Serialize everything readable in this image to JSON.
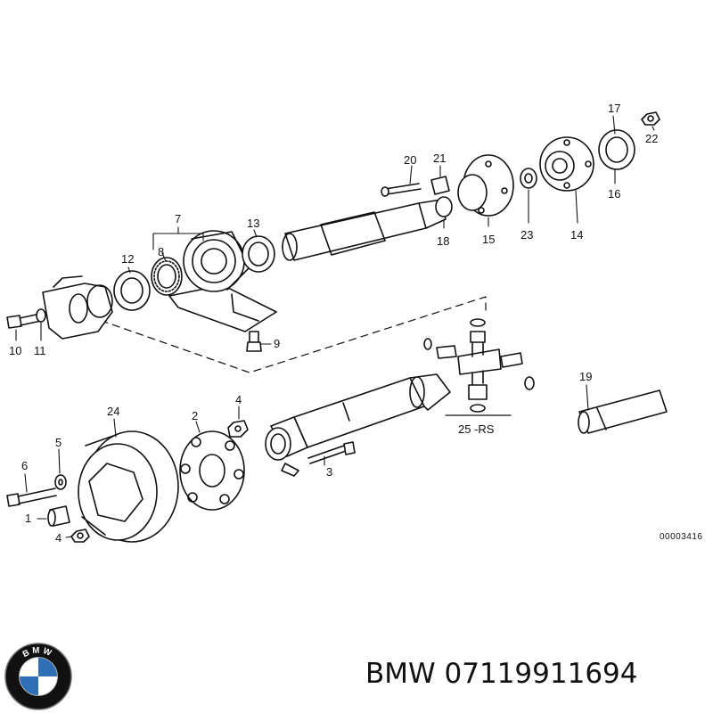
{
  "diagram": {
    "reference_number": "00003416",
    "part_labels": {
      "p1": "1",
      "p2": "2",
      "p3": "3",
      "p4a": "4",
      "p4b": "4",
      "p5": "5",
      "p6": "6",
      "p7": "7",
      "p8": "8",
      "p9": "9",
      "p10": "10",
      "p11": "11",
      "p12": "12",
      "p13": "13",
      "p14": "14",
      "p15": "15",
      "p16": "16",
      "p17": "17",
      "p18": "18",
      "p19": "19",
      "p20": "20",
      "p21": "21",
      "p22": "22",
      "p23": "23",
      "p24": "24",
      "p25": "25 -RS"
    }
  },
  "logo": {
    "text": "BMW",
    "colors": {
      "blue": "#2f6fb6",
      "white": "#ffffff",
      "ring": "#111111"
    }
  },
  "caption": {
    "brand": "BMW",
    "part_number": "07119911694"
  }
}
